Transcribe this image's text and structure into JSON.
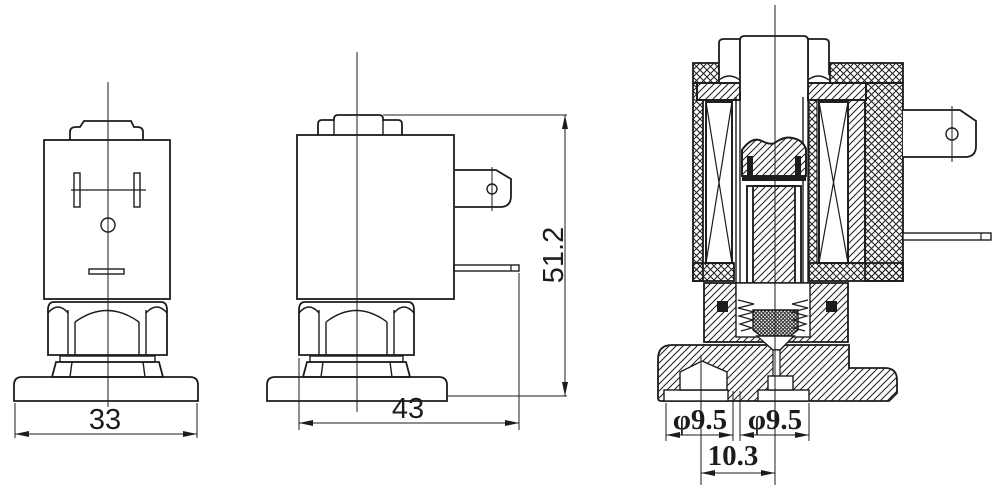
{
  "drawing": {
    "type": "technical-drawing",
    "subject": "solenoid-valve-three-views",
    "colors": {
      "background": "#ffffff",
      "line": "#1c1c1c"
    },
    "views": {
      "front": {
        "label": "front-view",
        "dim_width": {
          "label": "33"
        }
      },
      "side": {
        "label": "side-view",
        "dim_depth": {
          "label": "43"
        },
        "dim_height": {
          "label": "51.2"
        }
      },
      "section": {
        "label": "cross-section-view",
        "dim_port_left": {
          "label": "φ9.5"
        },
        "dim_port_right": {
          "label": "φ9.5"
        },
        "dim_port_spacing": {
          "label": "10.3"
        }
      }
    }
  }
}
